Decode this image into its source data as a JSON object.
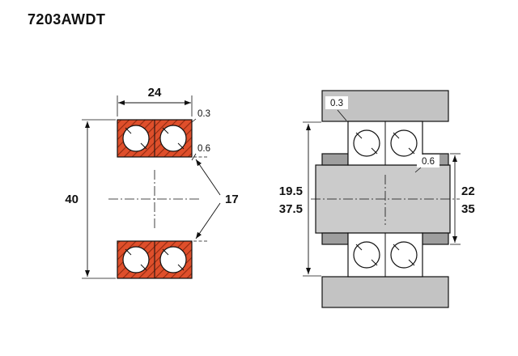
{
  "title": "7203AWDT",
  "colors": {
    "outer_ring_red": "#df4f2b",
    "ring_hatch_red": "#8f2a10",
    "housing_gray": "#c3c3c3",
    "shaft_gray": "#cbcbcb",
    "spacer_gray": "#9e9e9e",
    "line_black": "#111111"
  },
  "left_view": {
    "width": "24",
    "outer_diameter": "40",
    "bore": "17",
    "chamfer_outer": "0.3",
    "chamfer_inner": "0.6"
  },
  "right_view": {
    "fillet_housing": "0.3",
    "fillet_shaft": "0.6",
    "abutment_left_top": "19.5",
    "abutment_left_bottom": "37.5",
    "abutment_right_top": "22",
    "abutment_right_bottom": "35"
  }
}
